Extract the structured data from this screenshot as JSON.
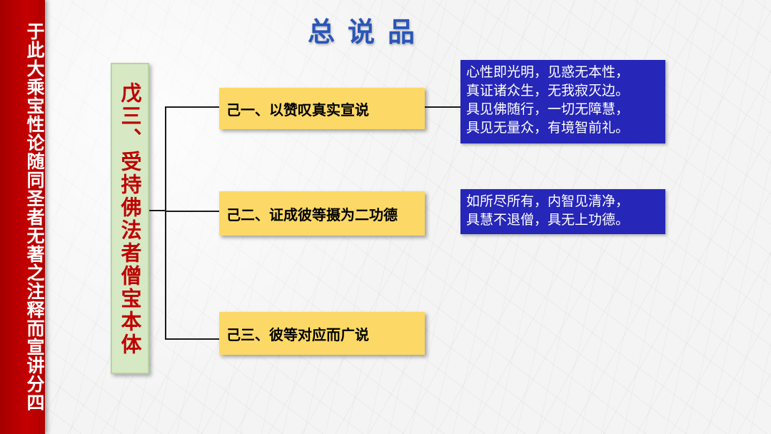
{
  "sidebar": {
    "text": "于此大乘宝性论随同圣者无著之注释而宣讲分四"
  },
  "title": "总说品",
  "root": {
    "label": "戊三、受持佛法者僧宝本体"
  },
  "branches": [
    {
      "label": "己一、以赞叹真实宣说"
    },
    {
      "label": "己二、证成彼等摄为二功德"
    },
    {
      "label": "己三、彼等对应而广说"
    }
  ],
  "notes": [
    {
      "lines": [
        "心性即光明，见惑无本性，",
        "真证诸众生，无我寂灭边。",
        "具见佛随行，一切无障慧，",
        "具见无量众，有境智前礼。"
      ]
    },
    {
      "lines": [
        "如所尽所有，内智见清净，",
        "具慧不退僧，具无上功德。"
      ]
    }
  ],
  "colors": {
    "sidebar": "#c40000",
    "title": "#2a56b8",
    "root_text": "#c00000",
    "root_box": "#d6e9c4",
    "node": "#fcd966",
    "note": "#2626b8"
  }
}
